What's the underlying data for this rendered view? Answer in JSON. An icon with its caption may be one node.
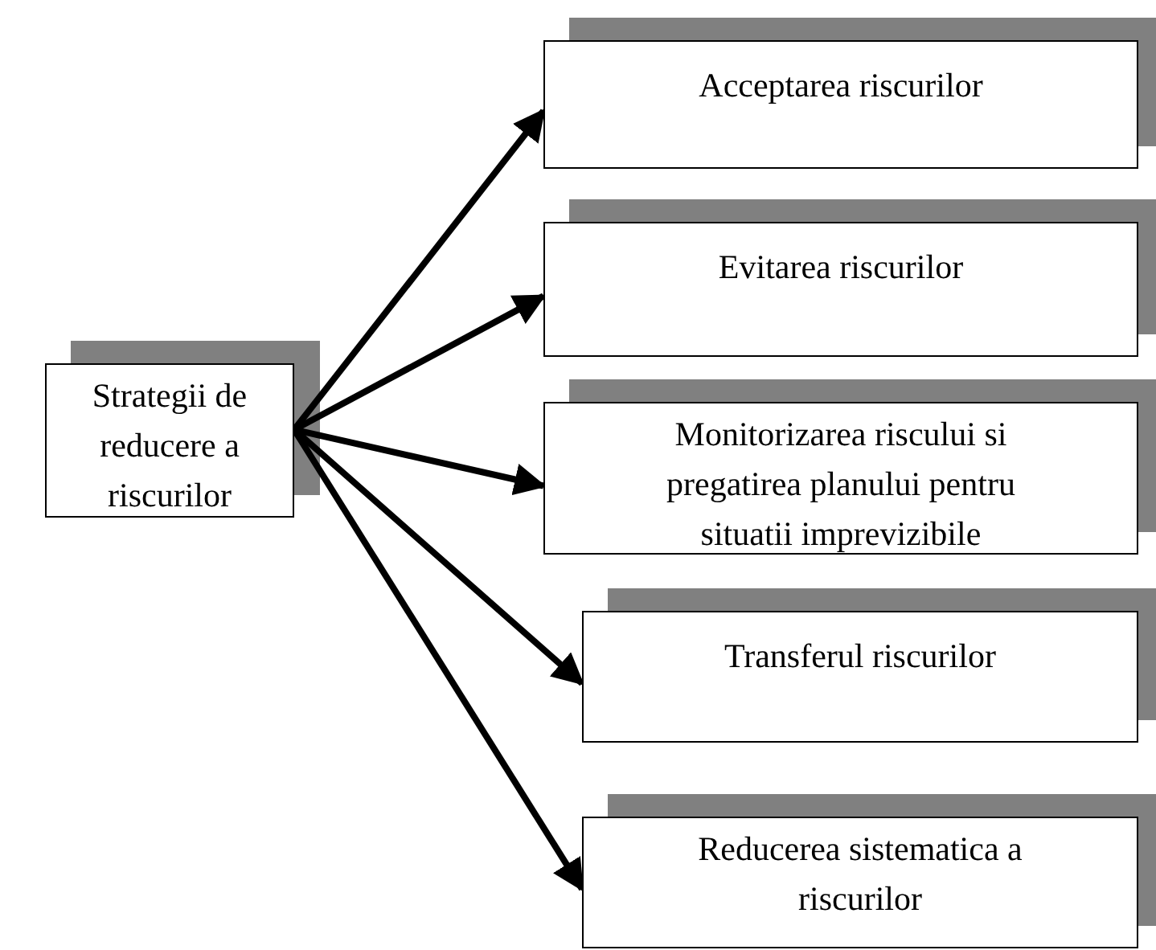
{
  "diagram": {
    "nodes": [
      {
        "text": [
          "Strategii de reducere a riscurilor"
        ]
      },
      {
        "text": [
          "Acceptarea riscurilor"
        ]
      },
      {
        "text": [
          "Evitarea riscurilor"
        ]
      },
      {
        "text": [
          "Monitorizarea riscului si pregatirea planului pentru situatii imprevizibile"
        ]
      },
      {
        "text": [
          "Transferul riscurilor"
        ]
      },
      {
        "text": [
          "Reducerea sistematica a riscurilor"
        ]
      }
    ],
    "edges": [
      {
        "from": 0,
        "to": 1,
        "arrow": "to"
      },
      {
        "from": 0,
        "to": 2,
        "arrow": "to"
      },
      {
        "from": 0,
        "to": 3,
        "arrow": "to"
      },
      {
        "from": 0,
        "to": 4,
        "arrow": "to"
      },
      {
        "from": 0,
        "to": 5,
        "arrow": "to"
      }
    ]
  }
}
